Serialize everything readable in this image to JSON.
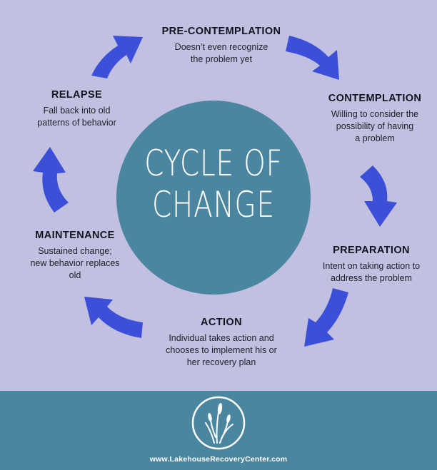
{
  "center": {
    "line1": "CYCLE OF",
    "line2": "CHANGE"
  },
  "stages": {
    "precontemplation": {
      "title": "PRE-CONTEMPLATION",
      "lines": [
        "Doesn’t even recognize",
        "the problem yet"
      ]
    },
    "contemplation": {
      "title": "CONTEMPLATION",
      "lines": [
        "Willing to consider the",
        "possibility of having",
        "a problem"
      ]
    },
    "preparation": {
      "title": "PREPARATION",
      "lines": [
        "Intent on taking action to",
        "address the problem"
      ]
    },
    "action": {
      "title": "ACTION",
      "lines": [
        "Individual takes action and",
        "chooses to implement his or",
        "her recovery plan"
      ]
    },
    "maintenance": {
      "title": "MAINTENANCE",
      "lines": [
        "Sustained change;",
        "new behavior replaces",
        "old"
      ]
    },
    "relapse": {
      "title": "RELAPSE",
      "lines": [
        "Fall back into old",
        "patterns of behavior"
      ]
    }
  },
  "footer": {
    "url": "www.LakehouseRecoveryCenter.com"
  },
  "colors": {
    "background": "#c2c0e0",
    "circle": "#4a86a0",
    "arrow": "#3b4fd8",
    "footer": "#4a86a0",
    "text": "#131320"
  },
  "icons": {
    "arrow": "curved-arrow-icon",
    "logo": "cattail-logo-icon"
  }
}
